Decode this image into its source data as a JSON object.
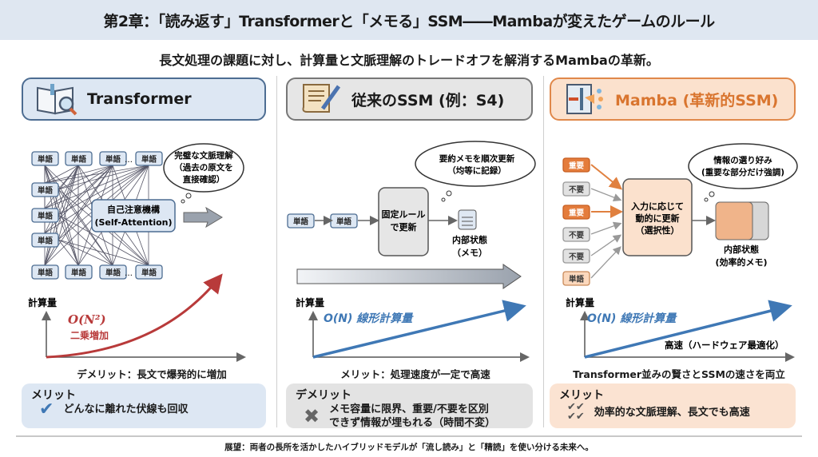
{
  "title": "第2章：「読み返す」Transformerと「メモる」SSM――Mambaが変えたゲームのルール",
  "subtitle": "長文処理の課題に対し、計算量と文脈理解のトレードオフを解消するMambaの革新。",
  "colors": {
    "blue": "#3f78b5",
    "red": "#b83a3a",
    "orange": "#e0803f",
    "gray": "#8a8a8a"
  },
  "transformer": {
    "header": "Transformer",
    "token": "単語",
    "ellipsis": "…",
    "center_line1": "自己注意機構",
    "center_line2": "(Self-Attention)",
    "cloud": [
      "完璧な文脈理解",
      "（過去の原文を",
      "直接確認）"
    ],
    "y_label": "計算量",
    "complexity": "O(N²)",
    "complexity_note": "二乗増加",
    "caption": "デメリット：長文で爆発的に増加",
    "box_title": "メリット",
    "box_text": "どんなに離れた伏線も回収"
  },
  "ssm": {
    "header": "従来のSSM (例：S4)",
    "token": "単語",
    "center_line1": "固定ルール",
    "center_line2": "で更新",
    "state_line1": "内部状態",
    "state_line2": "（メモ）",
    "cloud": [
      "要約メモを順次更新",
      "（均等に記録）"
    ],
    "y_label": "計算量",
    "complexity": "O(N) 線形計算量",
    "caption": "メリット：処理速度が一定で高速",
    "box_title": "デメリット",
    "box_text_1": "メモ容量に限界、重要/不要を区別",
    "box_text_2": "できず情報が埋もれる（時間不変）"
  },
  "mamba": {
    "header": "Mamba (革新的SSM)",
    "tokens": [
      "重要",
      "不要",
      "重要",
      "不要",
      "不要",
      "単語"
    ],
    "center_line1": "入力に応じて",
    "center_line2": "動的に更新",
    "center_line3": "（選択性）",
    "state_line1": "内部状態",
    "state_line2": "(効率的メモ)",
    "cloud": [
      "情報の選り好み",
      "(重要な部分だけ強調)"
    ],
    "y_label": "計算量",
    "complexity": "O(N) 線形計算量",
    "speed_note": "高速（ハードウェア最適化）",
    "caption": "Transformer並みの賢さとSSMの速さを両立",
    "box_title": "メリット",
    "box_text": "効率的な文脈理解、長文でも高速"
  },
  "footer": "展望：両者の長所を活かしたハイブリッドモデルが「流し読み」と「精読」を使い分ける未来へ。"
}
